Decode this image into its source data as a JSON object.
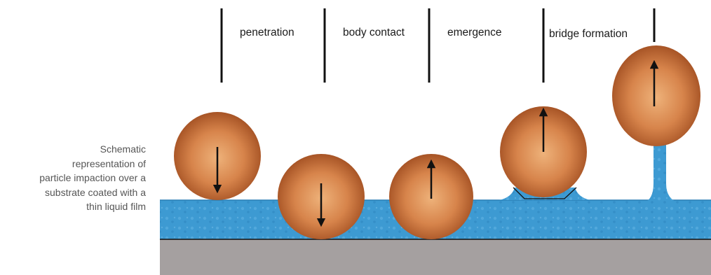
{
  "caption": {
    "lines": [
      "Schematic",
      "representation of",
      "particle impaction over a",
      "substrate coated with a",
      "thin liquid film"
    ]
  },
  "stages": [
    {
      "label": "penetration"
    },
    {
      "label": "body contact"
    },
    {
      "label": "emergence"
    },
    {
      "label": "bridge formation"
    }
  ],
  "particles": [
    {
      "direction": "down"
    },
    {
      "direction": "down"
    },
    {
      "direction": "up"
    },
    {
      "direction": "up"
    },
    {
      "direction": "up"
    }
  ],
  "colors": {
    "particle_center": "#e7a56a",
    "particle_edge": "#a04d20",
    "liquid_film": "#3d9ad2",
    "substrate": "#a5a0a0",
    "text": "#555555"
  }
}
